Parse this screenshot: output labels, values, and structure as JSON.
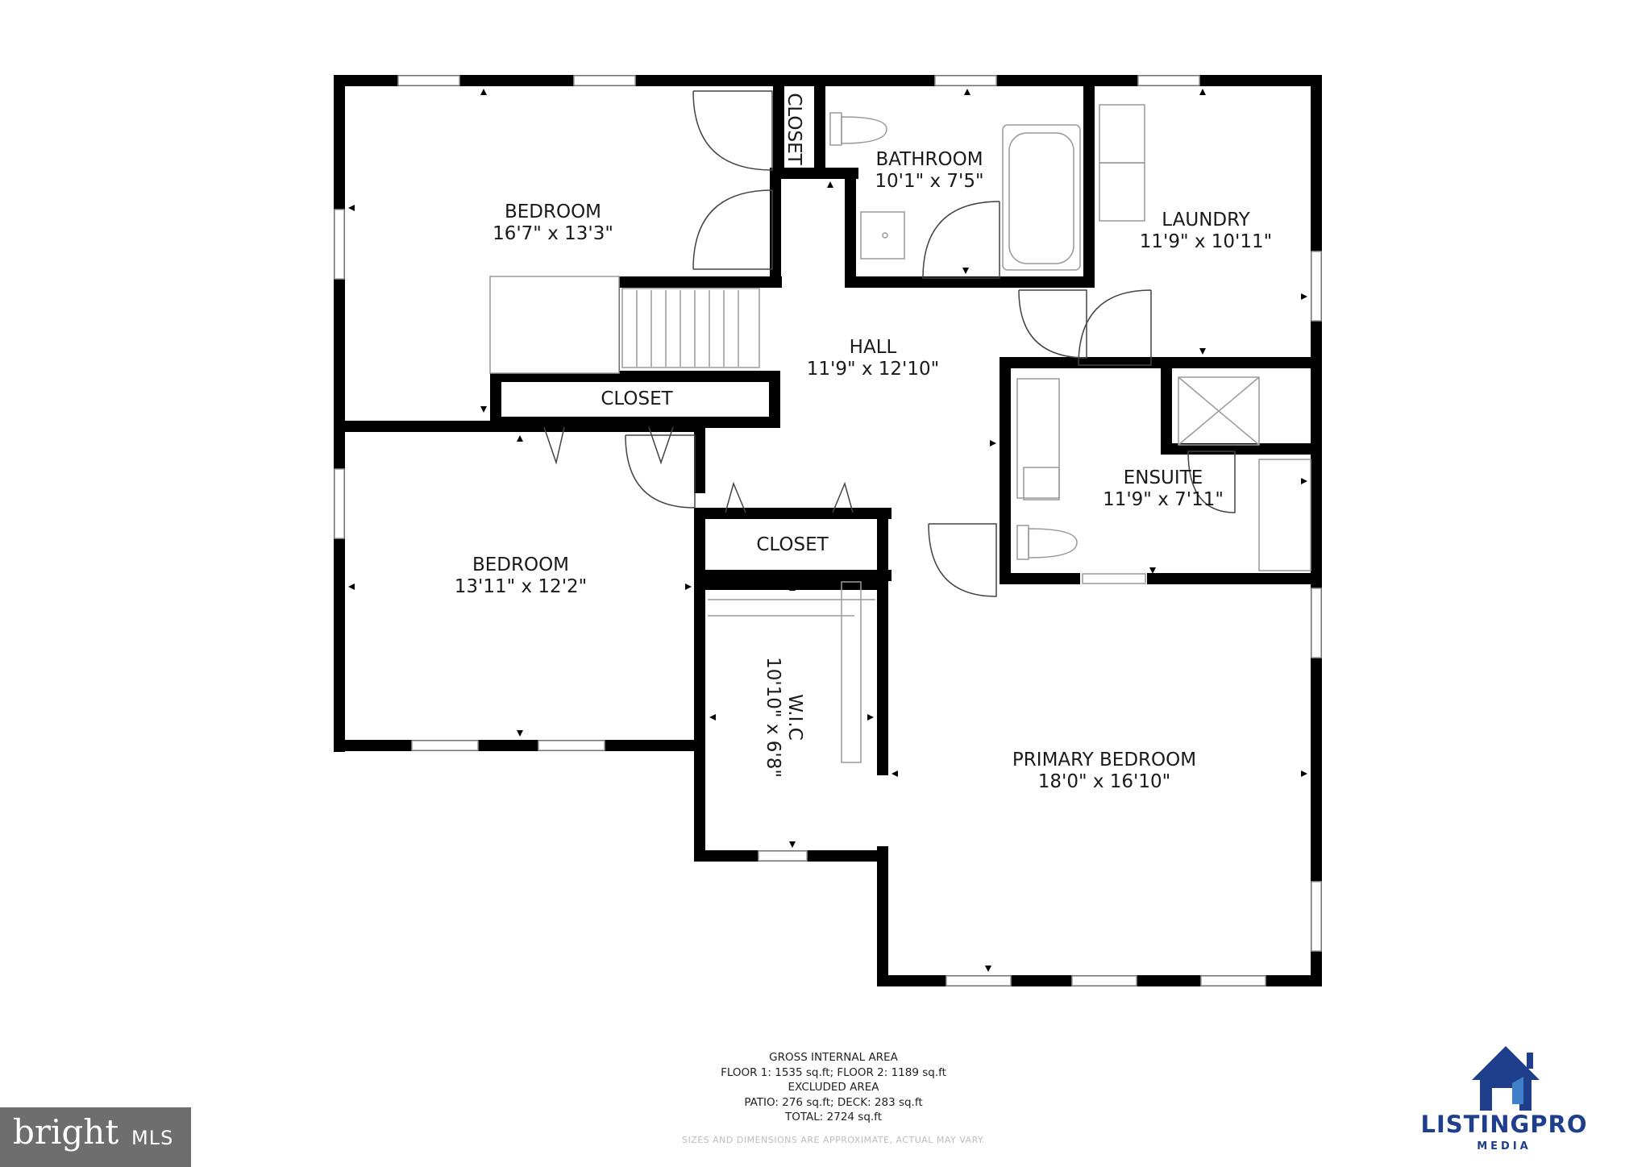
{
  "rooms": {
    "bedroom1": {
      "name": "BEDROOM",
      "dims": "16'7\" x 13'3\""
    },
    "bathroom": {
      "name": "BATHROOM",
      "dims": "10'1\" x 7'5\""
    },
    "laundry": {
      "name": "LAUNDRY",
      "dims": "11'9\" x 10'11\""
    },
    "hall": {
      "name": "HALL",
      "dims": "11'9\" x 12'10\""
    },
    "bedroom2": {
      "name": "BEDROOM",
      "dims": "13'11\" x 12'2\""
    },
    "ensuite": {
      "name": "ENSUITE",
      "dims": "11'9\" x 7'11\""
    },
    "wic": {
      "name": "W.I.C",
      "dims": "10'10\" x 6'8\""
    },
    "primary": {
      "name": "PRIMARY BEDROOM",
      "dims": "18'0\" x 16'10\""
    }
  },
  "closets": {
    "top": "CLOSET",
    "middle": "CLOSET",
    "lower": "CLOSET"
  },
  "area": {
    "line1": "GROSS INTERNAL AREA",
    "line2": "FLOOR 1: 1535 sq.ft; FLOOR 2: 1189 sq.ft",
    "line3": "EXCLUDED AREA",
    "line4": "PATIO: 276 sq.ft; DECK: 283 sq.ft",
    "line5": "TOTAL: 2724 sq.ft"
  },
  "disclaimer": "SIZES AND DIMENSIONS ARE APPROXIMATE, ACTUAL MAY VARY.",
  "logos": {
    "bright_word": "bright",
    "bright_mls": "MLS",
    "listing_a": "LISTING",
    "listing_b": "PRO",
    "media": "MEDIA"
  },
  "colors": {
    "wall": "#000000",
    "fixture": "#999999",
    "brand_blue": "#1f3e8c"
  }
}
